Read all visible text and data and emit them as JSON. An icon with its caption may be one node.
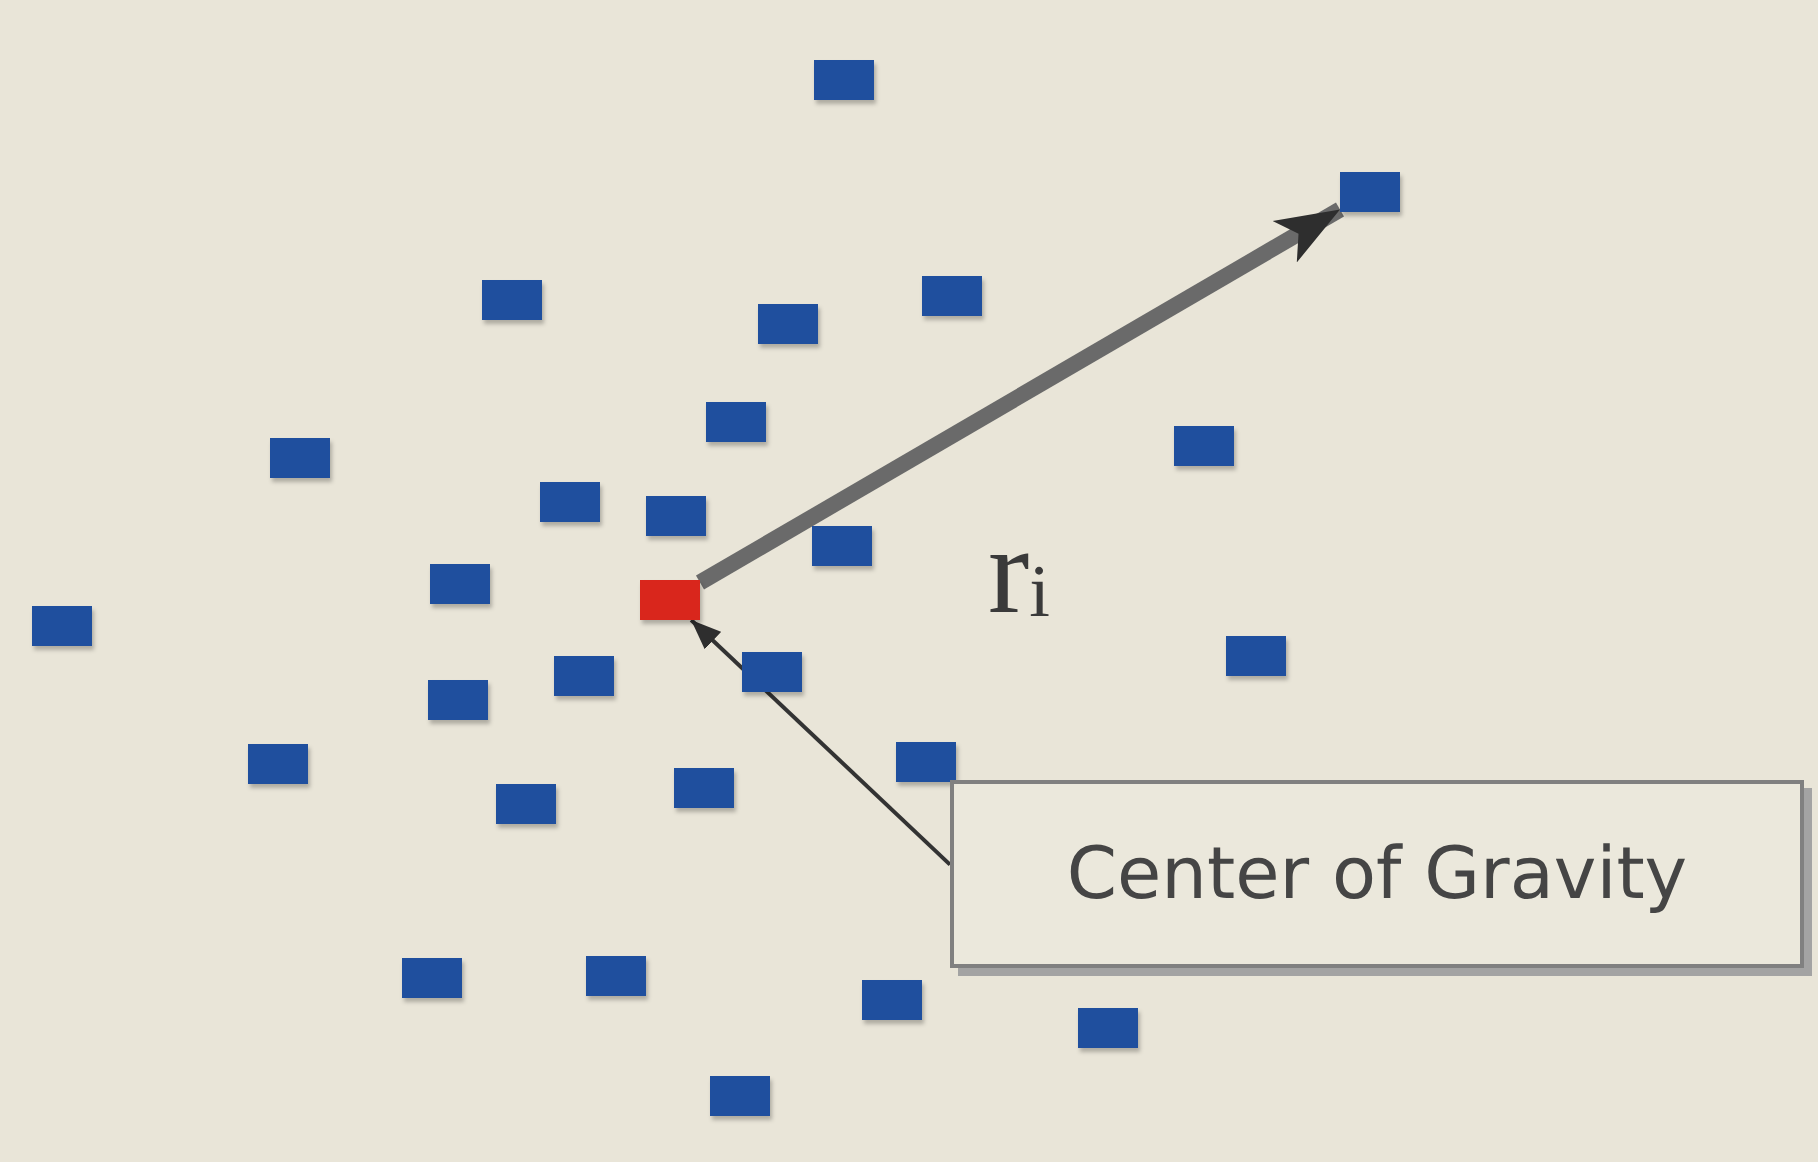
{
  "diagram": {
    "nodes": [
      {
        "text": [],
        "shape": "box"
      },
      {
        "text": [],
        "shape": "box"
      },
      {
        "text": [],
        "shape": "box"
      },
      {
        "text": [],
        "shape": "box"
      },
      {
        "text": [],
        "shape": "box"
      },
      {
        "text": [],
        "shape": "box"
      },
      {
        "text": [],
        "shape": "box"
      },
      {
        "text": [],
        "shape": "box"
      },
      {
        "text": [],
        "shape": "box"
      },
      {
        "text": [],
        "shape": "box"
      },
      {
        "text": [],
        "shape": "box"
      },
      {
        "text": [],
        "shape": "box"
      },
      {
        "text": [],
        "shape": "box"
      },
      {
        "text": [],
        "shape": "box"
      },
      {
        "text": [],
        "shape": "box"
      },
      {
        "text": [],
        "shape": "box"
      },
      {
        "text": [],
        "shape": "box"
      },
      {
        "text": [],
        "shape": "box"
      },
      {
        "text": [],
        "shape": "box"
      },
      {
        "text": [],
        "shape": "box"
      },
      {
        "text": [],
        "shape": "box"
      },
      {
        "text": [],
        "shape": "box"
      },
      {
        "text": [
          "Center of Gravity"
        ]
      },
      {
        "text": [],
        "shape": "box"
      },
      {
        "text": [],
        "shape": "box"
      },
      {
        "text": [],
        "shape": "box"
      },
      {
        "text": [],
        "shape": "box"
      },
      {
        "text": [],
        "shape": "box"
      }
    ],
    "edges": [
      {
        "from": 12,
        "to": 1,
        "arrow": "to",
        "style": "thick",
        "label": "r$_{i}$"
      },
      {
        "from": 22,
        "to": 12,
        "arrow": "to"
      }
    ]
  }
}
